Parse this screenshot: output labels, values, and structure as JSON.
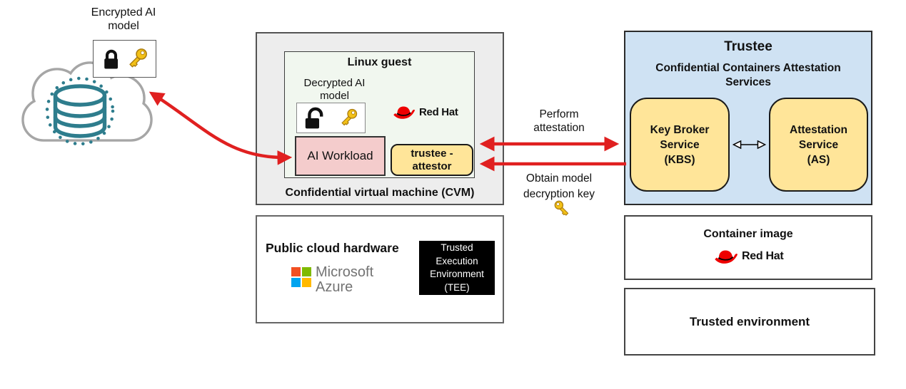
{
  "source": {
    "label": "Encrypted AI\nmodel"
  },
  "cvm": {
    "label": "Confidential virtual machine (CVM)",
    "linux_guest": {
      "title": "Linux guest",
      "decrypted_model_label": "Decrypted AI\nmodel",
      "redhat_logo_text": "Red Hat",
      "ai_workload_label": "AI Workload",
      "trustee_attestor_label": "trustee -\nattestor"
    }
  },
  "hardware": {
    "title": "Public cloud hardware",
    "azure_line1": "Microsoft",
    "azure_line2": "Azure",
    "tee_label": "Trusted\nExecution\nEnvironment\n(TEE)"
  },
  "trustee": {
    "title": "Trustee",
    "subtitle": "Confidential Containers Attestation\nServices",
    "kbs_label": "Key Broker\nService\n(KBS)",
    "as_label": "Attestation\nService\n(AS)"
  },
  "container_image": {
    "title": "Container image",
    "redhat_logo_text": "Red Hat"
  },
  "trusted_environment": {
    "title": "Trusted environment"
  },
  "annotations": {
    "perform_attestation": "Perform\nattestation",
    "obtain_key": "Obtain model\ndecryption key"
  },
  "icons": {
    "cloud": "cloud-icon",
    "database": "database-icon",
    "locked_padlock": "locked-padlock-icon",
    "unlocked_padlock": "unlocked-padlock-icon",
    "key": "key-icon",
    "redhat_fedora": "redhat-fedora-icon",
    "microsoft_squares": "microsoft-logo-icon"
  },
  "colors": {
    "arrow_red": "#e02020",
    "trustee_blue": "#cfe2f3",
    "service_yellow": "#ffe599",
    "workload_pink": "#f4cccc",
    "database_teal": "#2e7d8d",
    "redhat_red": "#ee0000",
    "azure_red": "#f25022",
    "azure_green": "#7fba00",
    "azure_blue": "#00a4ef",
    "azure_yellow": "#ffb900",
    "border_dark": "#545454"
  }
}
